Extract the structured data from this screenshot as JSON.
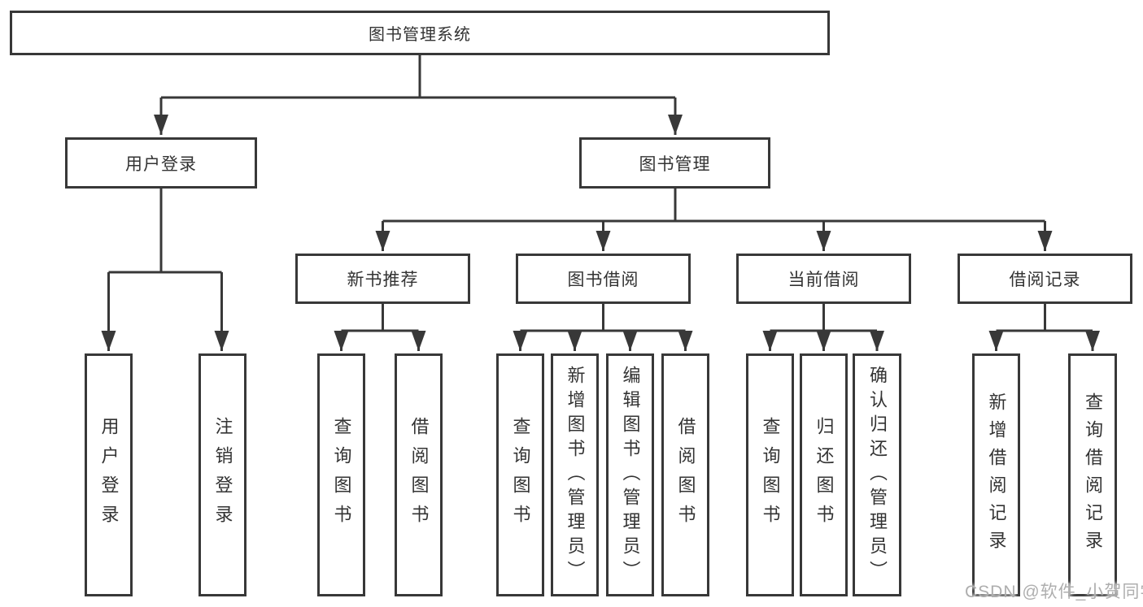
{
  "colors": {
    "line": "#383838",
    "box_border": "#383838",
    "box_bg": "#ffffff",
    "text": "#333333",
    "watermark": "#aeaeae"
  },
  "watermark": {
    "text": "CSDN @软件_小贺同学"
  },
  "tree": {
    "label": "图书管理系统",
    "children": [
      {
        "label": "用户登录",
        "children": [
          {
            "label": "用户登录"
          },
          {
            "label": "注销登录"
          }
        ]
      },
      {
        "label": "图书管理",
        "children": [
          {
            "label": "新书推荐",
            "children": [
              {
                "label": "查询图书"
              },
              {
                "label": "借阅图书"
              }
            ]
          },
          {
            "label": "图书借阅",
            "children": [
              {
                "label": "查询图书"
              },
              {
                "label": "新增图书（管理员）"
              },
              {
                "label": "编辑图书（管理员）"
              },
              {
                "label": "借阅图书"
              }
            ]
          },
          {
            "label": "当前借阅",
            "children": [
              {
                "label": "查询图书"
              },
              {
                "label": "归还图书"
              },
              {
                "label": "确认归还（管理员）"
              }
            ]
          },
          {
            "label": "借阅记录",
            "children": [
              {
                "label": "新增借阅记录"
              },
              {
                "label": "查询借阅记录"
              }
            ]
          }
        ]
      }
    ]
  }
}
